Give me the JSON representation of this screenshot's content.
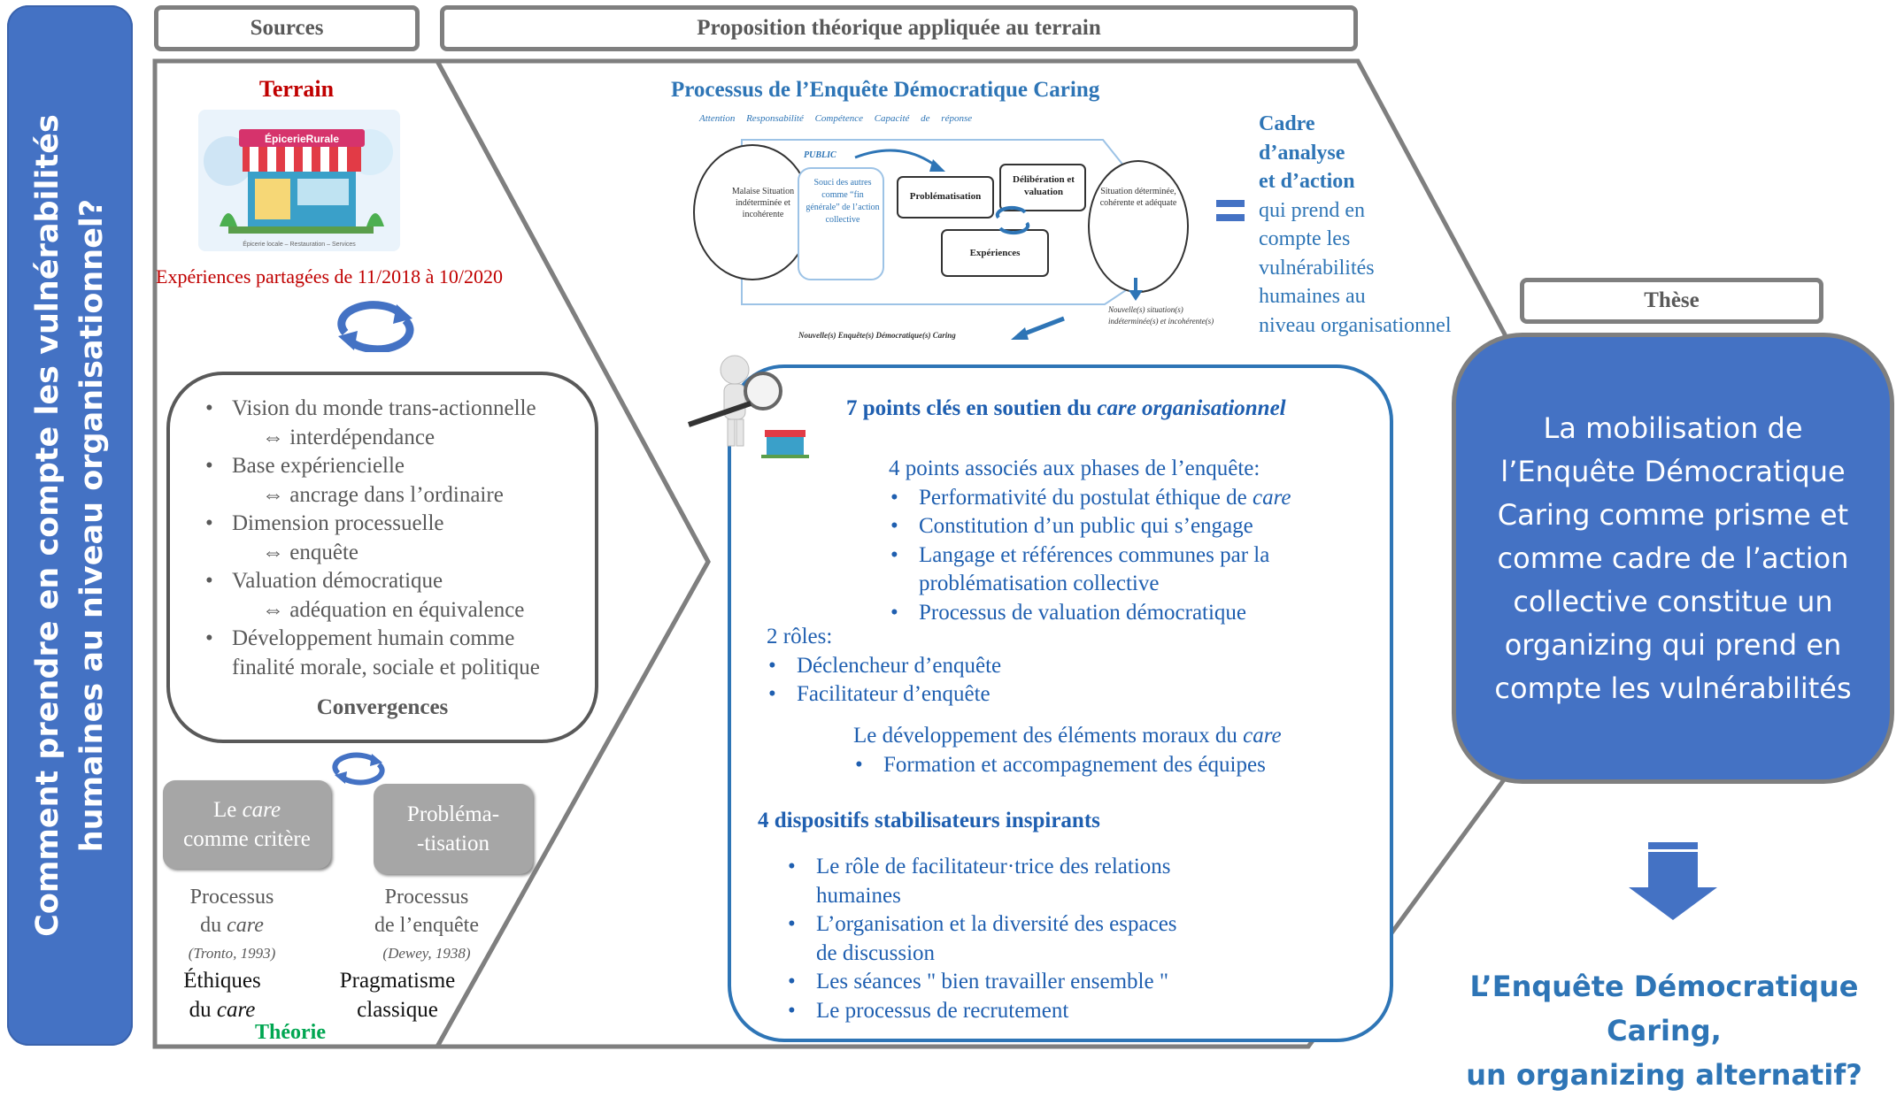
{
  "question": "Comment prendre en compte les vulnérabilités humaines au niveau organisationnel?",
  "headers": {
    "sources": "Sources",
    "proposition": "Proposition théorique appliquée au terrain",
    "these": "Thèse"
  },
  "terrain": {
    "title": "Terrain",
    "store_sign": "ÉpicerieRurale",
    "store_caption": "Épicerie locale – Restauration – Services",
    "dates": "Expériences partagées de 11/2018 à 10/2020"
  },
  "convergences": {
    "items": [
      {
        "label": "Vision du monde trans-actionnelle",
        "sub": "⇔ interdépendance"
      },
      {
        "label": "Base expériencielle",
        "sub": "⇔ ancrage dans l’ordinaire"
      },
      {
        "label": "Dimension processuelle",
        "sub": "⇔ enquête"
      },
      {
        "label": "Valuation démocratique",
        "sub": "⇔ adéquation en équivalence"
      },
      {
        "label": "Développement humain comme",
        "sub": "finalité morale, sociale et politique"
      }
    ],
    "label": "Convergences"
  },
  "theory": {
    "left_pill_1": "Le",
    "left_pill_italic": "care",
    "left_pill_2": "comme critère",
    "right_pill_1": "Probléma-",
    "right_pill_2": "-tisation",
    "left_process_1": "Processus",
    "left_process_2": "du",
    "left_process_italic": "care",
    "left_cite": "(Tronto, 1993)",
    "right_process_1": "Processus",
    "right_process_2": "de l’enquête",
    "right_cite": "(Dewey, 1938)",
    "left_bottom_1": "Éthiques",
    "left_bottom_2": "du",
    "left_bottom_italic": "care",
    "right_bottom_1": "Pragmatisme",
    "right_bottom_2": "classique",
    "label": "Théorie"
  },
  "edc_diagram": {
    "title": "Processus de l’Enquête Démocratique Caring",
    "subtitle": "Attention   Responsabilité   Compétence   Capacité de réponse",
    "left_node": "Malaise Situation indéterminée et incohérente",
    "public_label": "PUBLIC",
    "public_node": "Souci des autres comme “fin générale” de l’action collective",
    "prob_node": "Problématisation",
    "delib_node": "Délibération et valuation",
    "exp_node": "Expériences",
    "right_node": "Situation déterminée, cohérente et adéquate",
    "new_situation": "Nouvelle(s) situation(s) indéterminée(s) et incohérente(s)",
    "new_inquiry": "Nouvelle(s) Enquête(s) Démocratique(s) Caring"
  },
  "cadre": {
    "bold_1": "Cadre",
    "bold_2": "d’analyse",
    "bold_3": "et d’action",
    "line_1": "qui prend en",
    "line_2": "compte les",
    "line_3": "vulnérabilités",
    "line_4": "humaines au",
    "line_5": "niveau organisationnel"
  },
  "points": {
    "title_1": "7 points clés en soutien du",
    "title_italic": "care organisationnel",
    "phases_intro": "4 points associés aux phases de l’enquête:",
    "phase_1_a": "Performativité du postulat éthique de",
    "phase_1_italic": "care",
    "phase_2": "Constitution d’un public qui s’engage",
    "phase_3_a": "Langage et références communes par la",
    "phase_3_b": "problématisation collective",
    "phase_4": "Processus de valuation démocratique",
    "roles_intro": "2 rôles:",
    "role_1": "Déclencheur d’enquête",
    "role_2": "Facilitateur d’enquête",
    "moral_intro_a": "Le développement des éléments moraux du",
    "moral_intro_italic": "care",
    "moral_1": "Formation et accompagnement des équipes",
    "dispositifs_title": "4 dispositifs stabilisateurs inspirants",
    "disp_1_a": "Le rôle de facilitateur·trice des relations",
    "disp_1_b": "humaines",
    "disp_2_a": "L’organisation et la diversité des espaces",
    "disp_2_b": "de discussion",
    "disp_3": "Les séances \" bien travailler ensemble \"",
    "disp_4": "Le processus de recrutement"
  },
  "these": {
    "text": "La mobilisation de l’Enquête Démocratique Caring comme prisme et comme cadre de l’action collective constitue un organizing qui prend en compte les vulnérabilités"
  },
  "conclusion": {
    "line_1": "L’Enquête Démocratique Caring,",
    "line_2": "un organizing alternatif?"
  },
  "colors": {
    "accent_blue": "#4472c4",
    "text_blue": "#2e75b6",
    "terrain_red": "#c00000",
    "frame_grey": "#7f7f7f",
    "pill_grey": "#a6a6a6"
  }
}
